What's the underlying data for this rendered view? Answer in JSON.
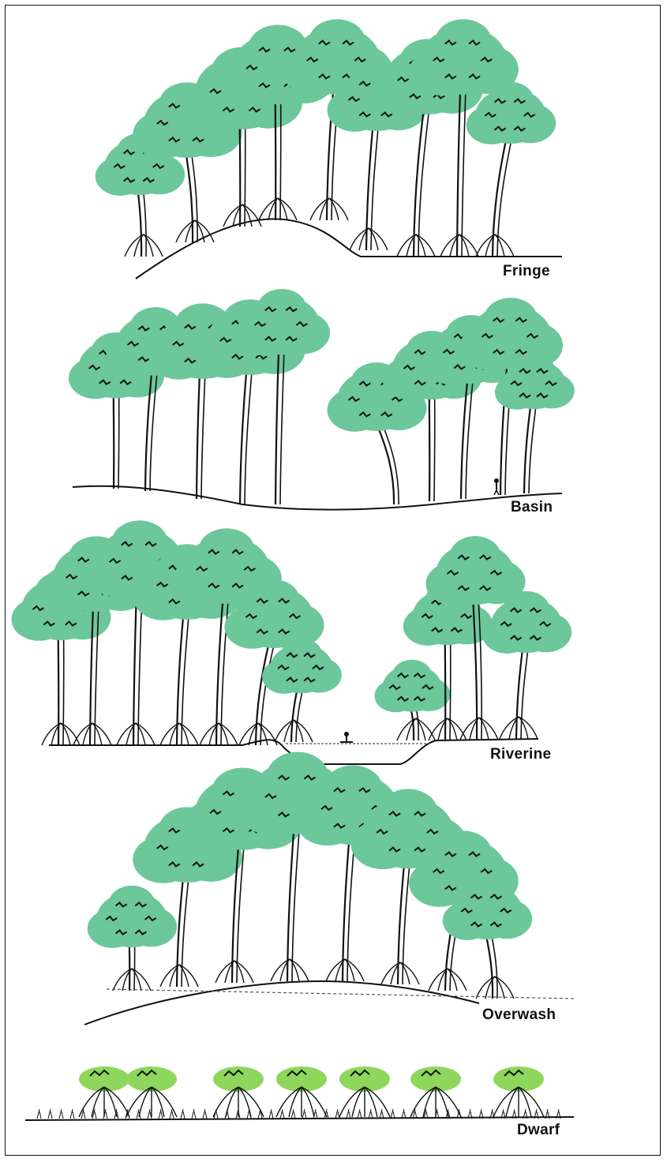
{
  "diagram": {
    "panels": [
      {
        "id": "fringe",
        "label": "Fringe"
      },
      {
        "id": "basin",
        "label": "Basin"
      },
      {
        "id": "riverine",
        "label": "Riverine"
      },
      {
        "id": "overwash",
        "label": "Overwash"
      },
      {
        "id": "dwarf",
        "label": "Dwarf"
      }
    ],
    "colors": {
      "canopy": "#6cc79a",
      "canopy_dwarf": "#8ed65c",
      "ink": "#111111",
      "water_line": "#555555"
    }
  }
}
